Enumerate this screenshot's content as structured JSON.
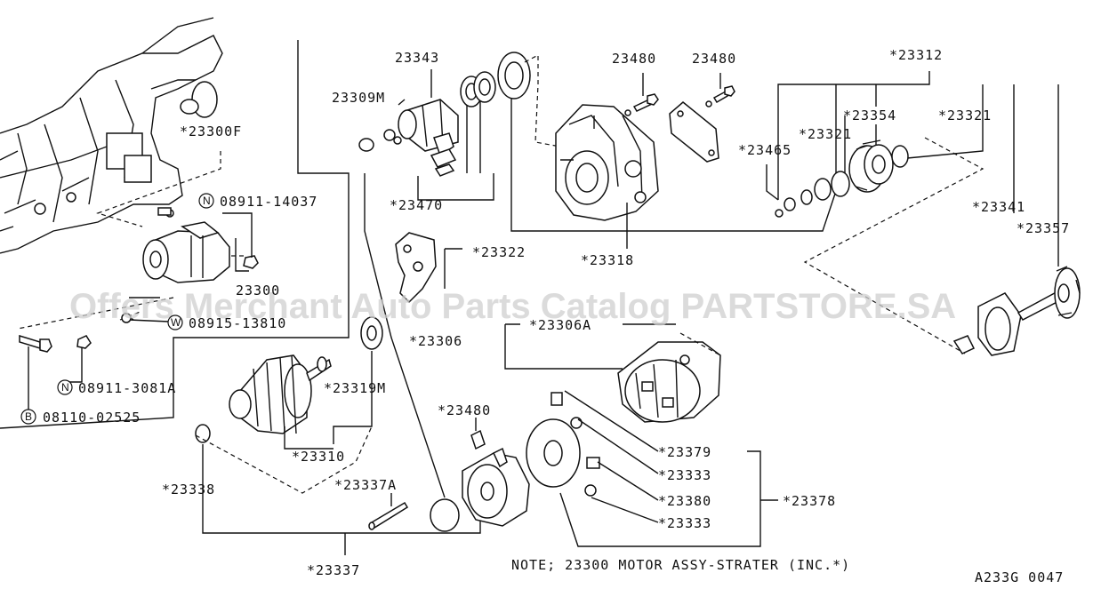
{
  "watermark": "Offers Merchant Auto Parts Catalog PARTSTORE.SA",
  "labels": {
    "p23343": "23343",
    "p23309M": "23309M",
    "p23480a": "23480",
    "p23480b": "23480",
    "p23312": "*23312",
    "p23300F": "*23300F",
    "p23354": "*23354",
    "p23321a": "*23321",
    "p23321b": "*23321",
    "p23465": "*23465",
    "n08911_14037": "08911-14037",
    "p23470": "*23470",
    "p23318": "*23318",
    "p23341": "*23341",
    "p23357": "*23357",
    "p23322": "*23322",
    "p23300": "23300",
    "w08915_13810": "08915-13810",
    "p23306A": "*23306A",
    "p23306": "*23306",
    "p23319M": "*23319M",
    "n08911_3081A": "08911-3081A",
    "b08110_02525": "08110-02525",
    "p23480c": "*23480",
    "p23310": "*23310",
    "p23379": "*23379",
    "p23333a": "*23333",
    "p23338": "*23338",
    "p23337A": "*23337A",
    "p23380": "*23380",
    "p23378": "*23378",
    "p23333b": "*23333",
    "p23337": "*23337"
  },
  "circles": {
    "N": "N",
    "W": "W",
    "B": "B"
  },
  "note": "NOTE; 23300 MOTOR ASSY-STRATER (INC.*)",
  "figure_code": "A233G 0047"
}
